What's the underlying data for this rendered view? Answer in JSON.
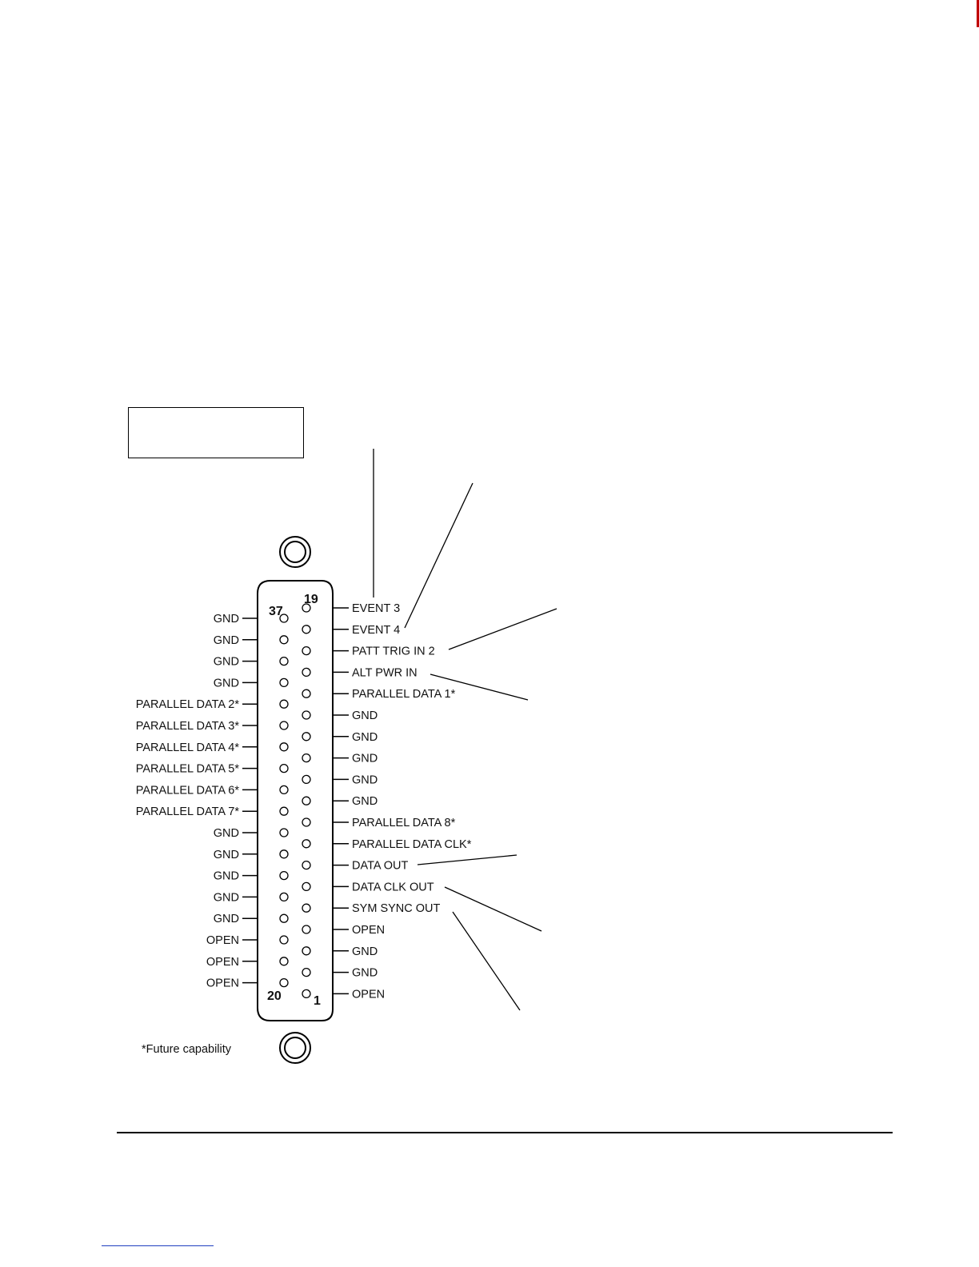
{
  "connector": {
    "corner_labels": {
      "top_left": "37",
      "top_right": "19",
      "bottom_left": "20",
      "bottom_right": "1"
    },
    "left_pins": [
      "GND",
      "GND",
      "GND",
      "GND",
      "PARALLEL DATA 2*",
      "PARALLEL DATA 3*",
      "PARALLEL DATA 4*",
      "PARALLEL DATA 5*",
      "PARALLEL DATA 6*",
      "PARALLEL DATA 7*",
      "GND",
      "GND",
      "GND",
      "GND",
      "GND",
      "OPEN",
      "OPEN",
      "OPEN"
    ],
    "right_pins": [
      "EVENT 3",
      "EVENT 4",
      "PATT TRIG IN 2",
      "ALT PWR IN",
      "PARALLEL DATA 1*",
      "GND",
      "GND",
      "GND",
      "GND",
      "GND",
      "PARALLEL DATA 8*",
      "PARALLEL DATA CLK*",
      "DATA OUT",
      "DATA CLK OUT",
      "SYM SYNC OUT",
      "OPEN",
      "GND",
      "GND",
      "OPEN"
    ]
  },
  "footnote": "*Future capability"
}
